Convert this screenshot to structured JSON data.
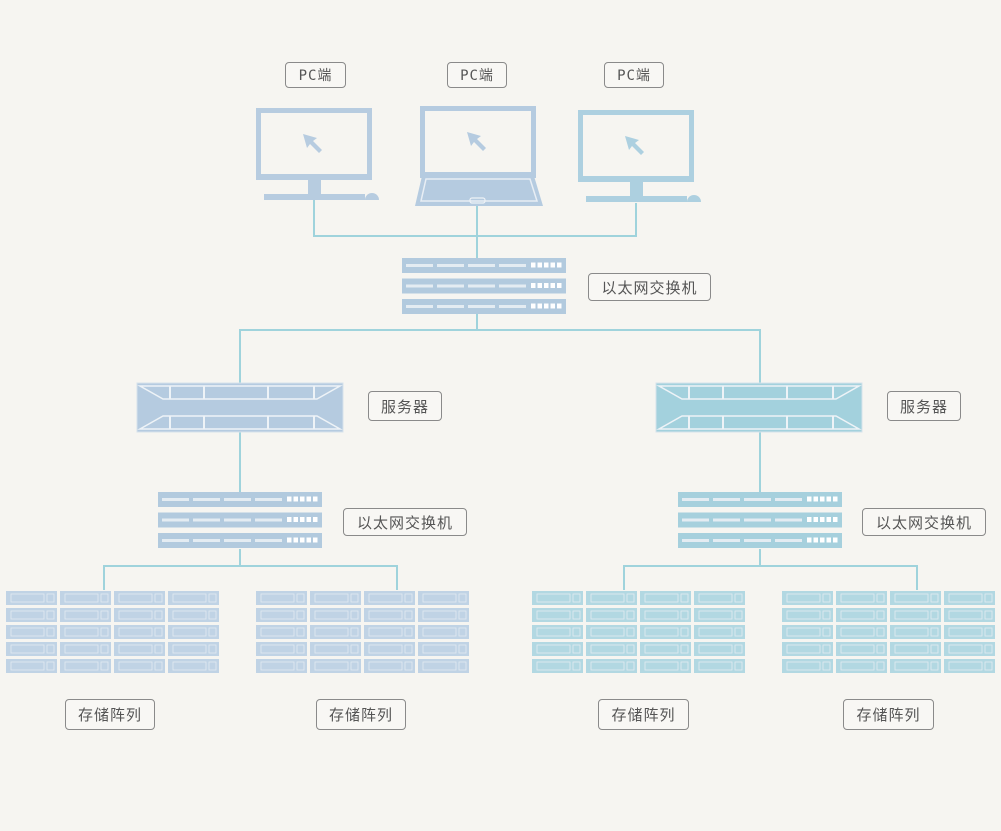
{
  "colors": {
    "left_device": "#b3c9df",
    "right_device": "#a0d0dc",
    "line": "#9fd3dc",
    "label_border": "#8a8a8a"
  },
  "clients": [
    {
      "label": "PC端",
      "type": "desktop"
    },
    {
      "label": "PC端",
      "type": "laptop"
    },
    {
      "label": "PC端",
      "type": "desktop"
    }
  ],
  "core_switch": {
    "label": "以太网交换机"
  },
  "branches": [
    {
      "server_label": "服务器",
      "switch_label": "以太网交换机",
      "storage": [
        {
          "label": "存储阵列"
        },
        {
          "label": "存储阵列"
        }
      ]
    },
    {
      "server_label": "服务器",
      "switch_label": "以太网交换机",
      "storage": [
        {
          "label": "存储阵列"
        },
        {
          "label": "存储阵列"
        }
      ]
    }
  ]
}
